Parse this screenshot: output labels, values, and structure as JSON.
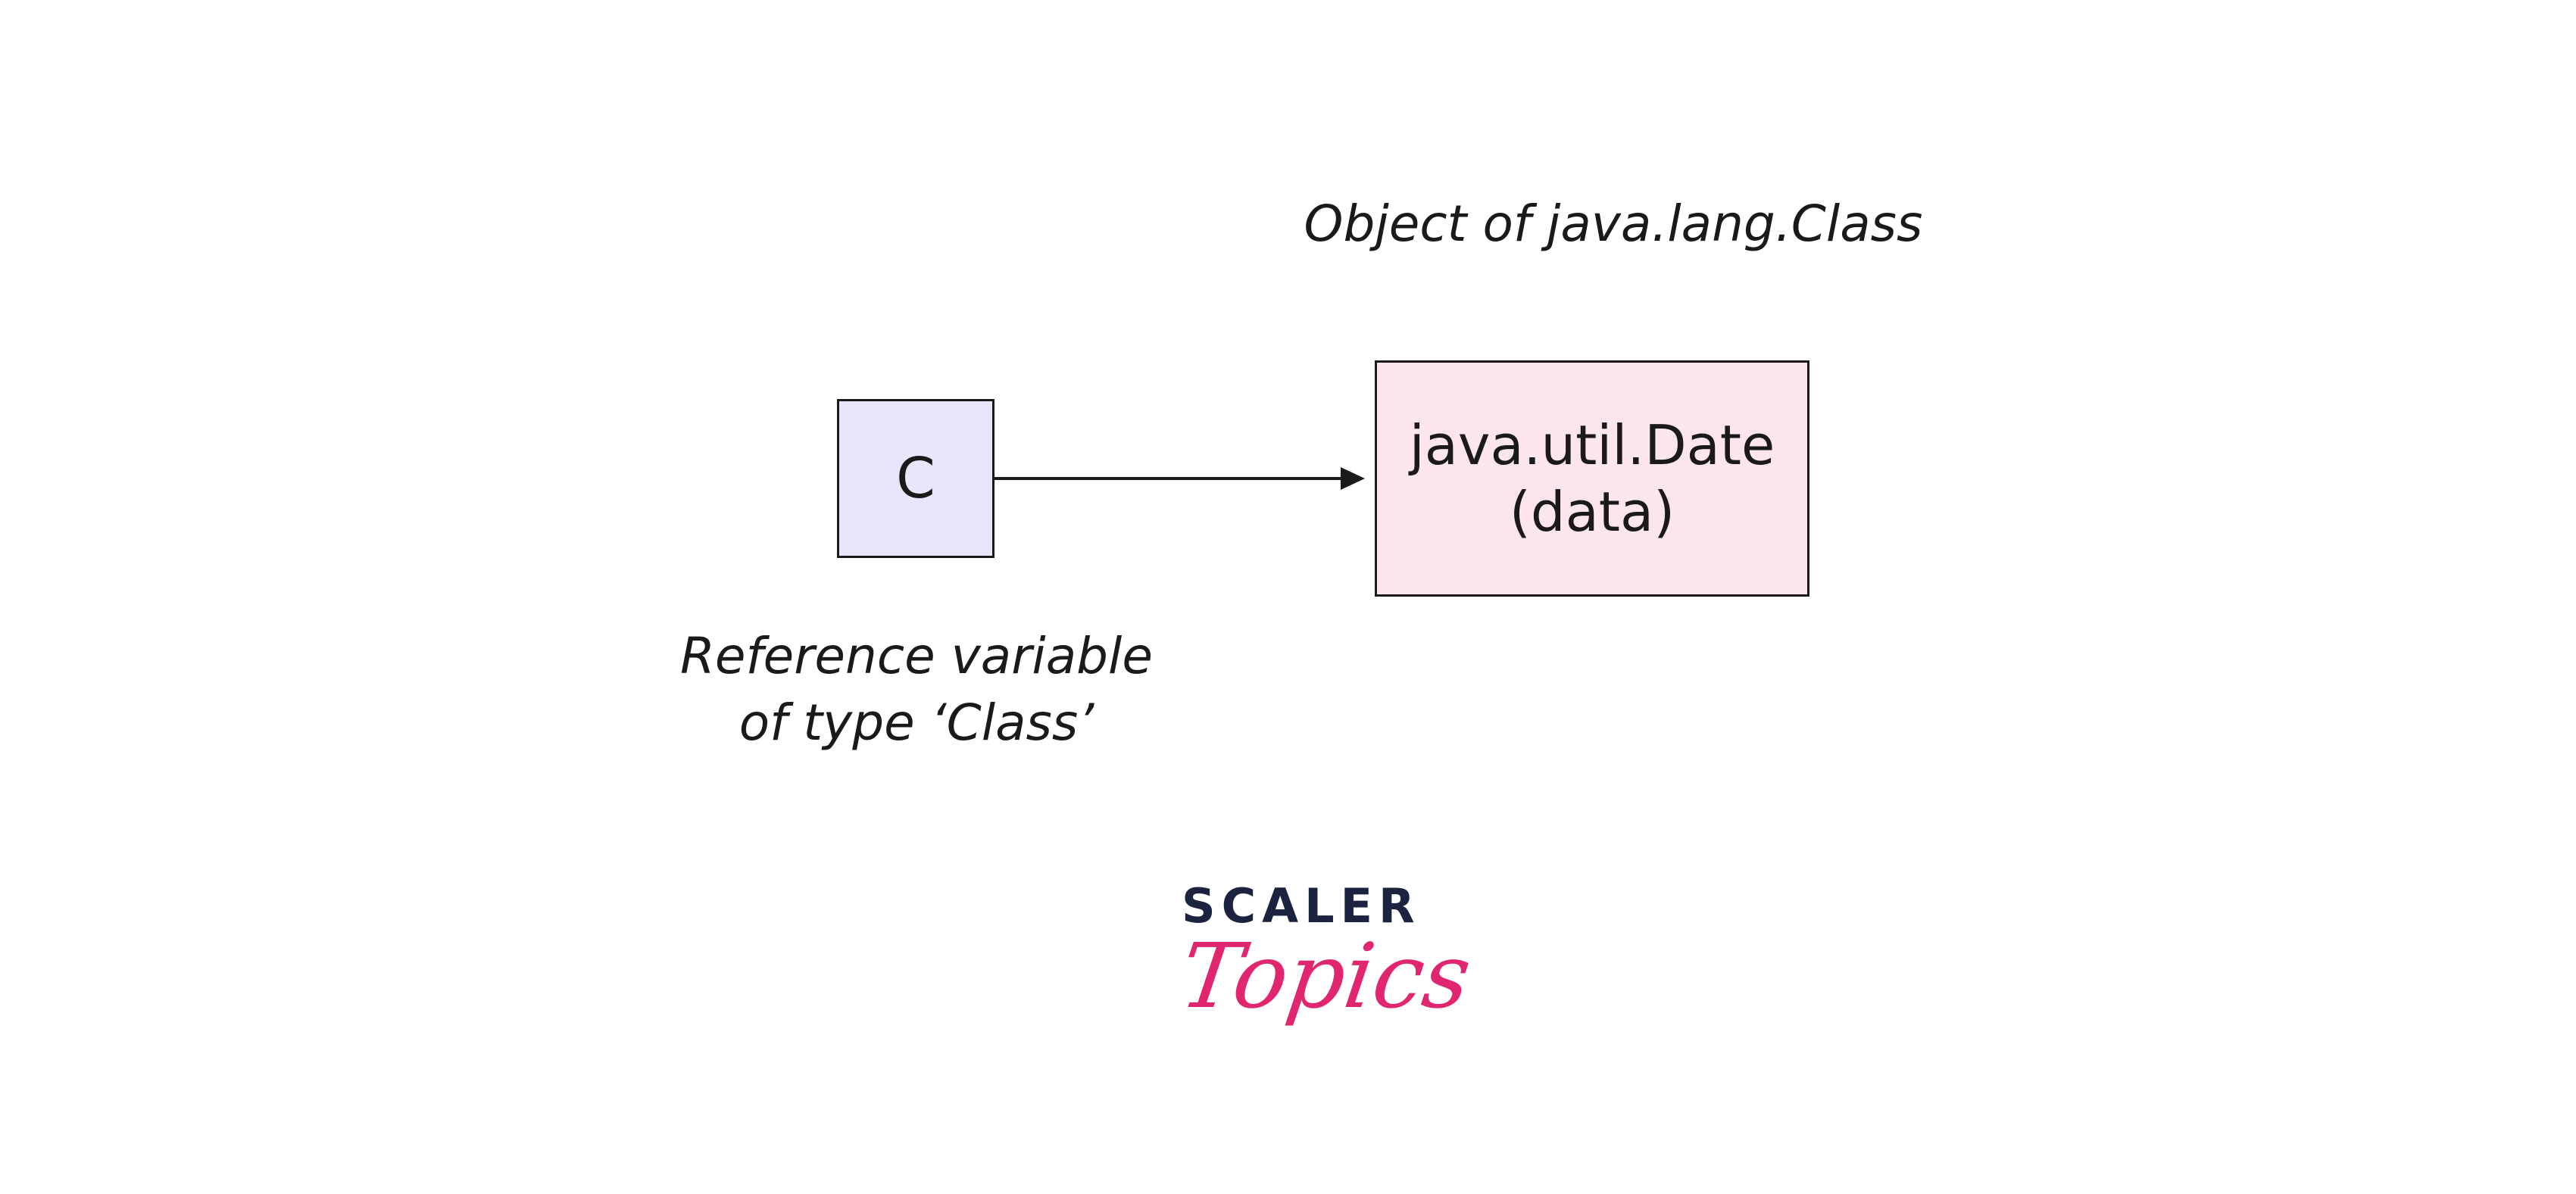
{
  "object_caption": "Object of java.lang.Class",
  "reference_caption": {
    "line1": "Reference variable",
    "line2": "of type ‘Class’"
  },
  "reference_box": {
    "label": "C",
    "fill": "#e8e6fd"
  },
  "object_box": {
    "line1": "java.util.Date",
    "line2": "(data)",
    "fill": "#fde6eb"
  },
  "logo": {
    "top_text": "SCALER",
    "script_text": "Topics",
    "top_color": "#1b2340",
    "script_color": "#e0266e"
  }
}
